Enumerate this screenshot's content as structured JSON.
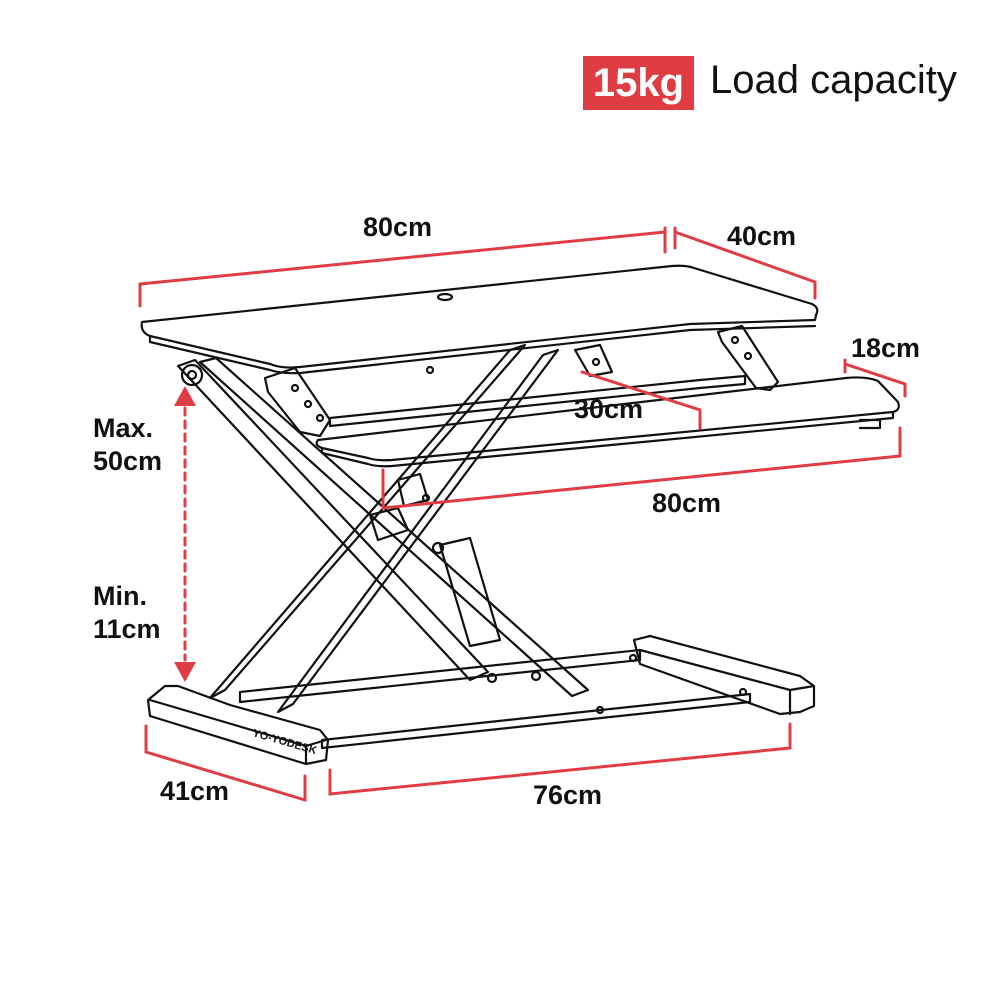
{
  "badge": {
    "value": "15kg",
    "color": "#e03c43"
  },
  "capacity_label": "Load capacity",
  "dimensions": {
    "top_width": "80cm",
    "top_depth": "40cm",
    "tray_depth": "18cm",
    "tray_offset": "30cm",
    "tray_width": "80cm",
    "max_height_line1": "Max.",
    "max_height_line2": "50cm",
    "min_height_line1": "Min.",
    "min_height_line2": "11cm",
    "base_depth": "41cm",
    "base_width": "76cm"
  },
  "brand_mark": "YO-YODESK",
  "colors": {
    "dimension_line": "#e03c43",
    "drawing": "#111111"
  }
}
